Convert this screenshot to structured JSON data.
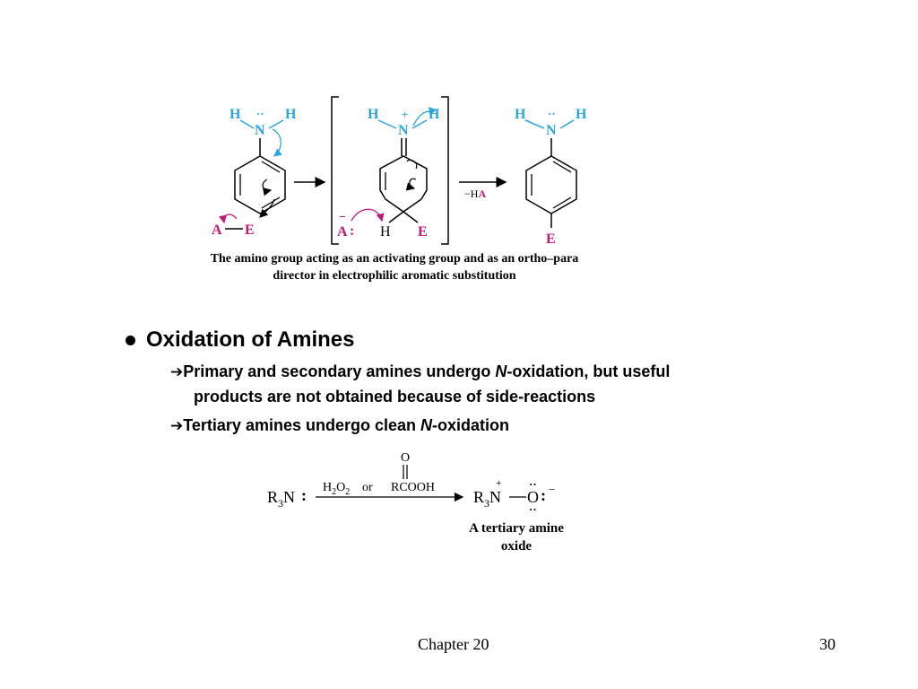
{
  "mechanism_figure": {
    "labels": {
      "h": "H",
      "n": "N",
      "e": "E",
      "a": "A",
      "plus": "+",
      "minus": "−",
      "colon": ":",
      "lone_pair": "··",
      "minus_ha_prefix": "−H",
      "minus_ha_suffix": "A"
    },
    "caption_line1": "The amino group acting as an activating group and as an ortho–para",
    "caption_line2": "director in electrophilic aromatic substitution",
    "colors": {
      "cyan": "#2aa6d8",
      "magenta": "#c2187a"
    }
  },
  "section": {
    "title": "Oxidation of Amines",
    "sub1": {
      "arrow": "➔",
      "prefix": "Primary and secondary amines undergo ",
      "italic": "N",
      "suffix": "-oxidation, but useful",
      "line2": "products are not obtained because of side-reactions"
    },
    "sub2": {
      "arrow": "➔",
      "prefix": "Tertiary amines undergo clean ",
      "italic": "N",
      "suffix": "-oxidation"
    }
  },
  "reaction": {
    "reactant_r": "R",
    "reactant_sub": "3",
    "reactant_n": "N",
    "reagent_h": "H",
    "reagent_sub2": "2",
    "reagent_o": "O",
    "reagent_or": "or",
    "reagent_rcooh": "RCOOH",
    "carbonyl_o": "O",
    "product_o": "O",
    "charge_plus": "+",
    "charge_minus": "−",
    "colon": ":",
    "lone_pair": "··",
    "product_name_line1": "A tertiary amine",
    "product_name_line2": "oxide"
  },
  "footer": {
    "chapter": "Chapter 20",
    "page": "30"
  }
}
